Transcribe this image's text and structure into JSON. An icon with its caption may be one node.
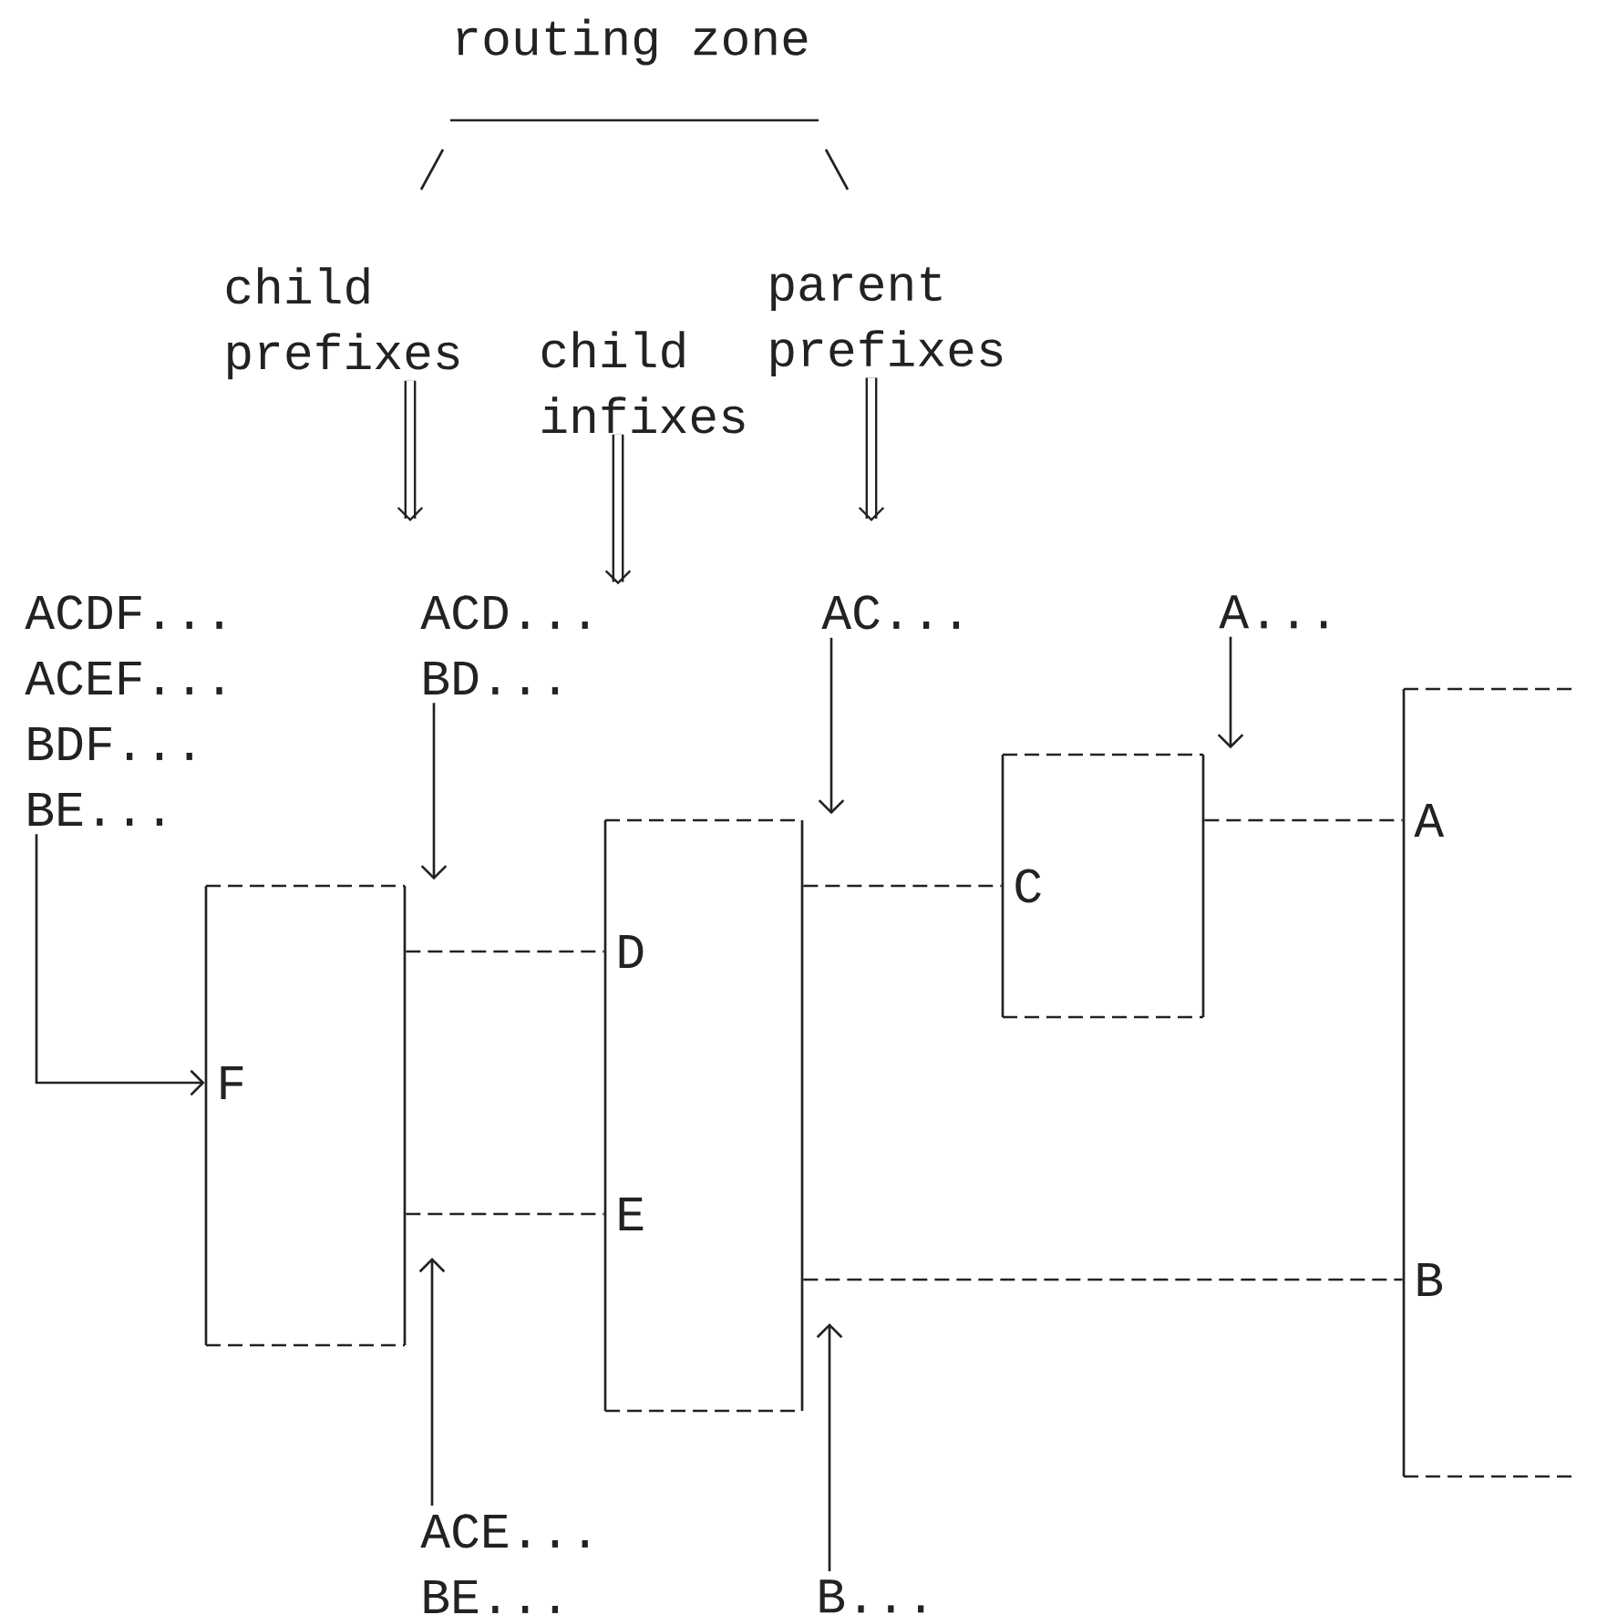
{
  "diagram": {
    "title": "routing zone",
    "nodes": [
      {
        "text": [
          "child prefixes"
        ]
      },
      {
        "text": [
          "child infixes"
        ]
      },
      {
        "text": [
          "parent prefixes"
        ]
      },
      {
        "text": [
          "ACDF... ACEF... BDF... BE..."
        ]
      },
      {
        "text": [
          "ACD... BD..."
        ]
      },
      {
        "text": [
          "AC..."
        ]
      },
      {
        "text": [
          "A..."
        ]
      },
      {
        "text": [
          "F"
        ]
      },
      {
        "text": [
          "D",
          "E"
        ]
      },
      {
        "text": [
          "C"
        ]
      },
      {
        "text": [
          "A",
          "B"
        ]
      },
      {
        "text": [
          "ACE... BE..."
        ]
      },
      {
        "text": [
          "B..."
        ]
      }
    ],
    "edges": [
      {
        "from": 0,
        "to": null,
        "arrow": "to",
        "style": "thick"
      },
      {
        "from": 1,
        "to": 4,
        "arrow": "to",
        "style": "thick"
      },
      {
        "from": 2,
        "to": null,
        "arrow": "to",
        "style": "thick"
      },
      {
        "from": 3,
        "to": 7,
        "arrow": "to"
      },
      {
        "from": 4,
        "to": 7,
        "arrow": "to"
      },
      {
        "from": 11,
        "to": 7,
        "arrow": "to"
      },
      {
        "from": 5,
        "to": 8,
        "arrow": "to"
      },
      {
        "from": 12,
        "to": 8,
        "arrow": "to"
      },
      {
        "from": 6,
        "to": 9,
        "arrow": "to"
      },
      {
        "from": 7,
        "to": 8,
        "arrow": "none",
        "style": "dashed"
      },
      {
        "from": 7,
        "to": 8,
        "arrow": "none",
        "style": "dashed"
      },
      {
        "from": 8,
        "to": 9,
        "arrow": "none",
        "style": "dashed"
      },
      {
        "from": 9,
        "to": 10,
        "arrow": "none",
        "style": "dashed"
      },
      {
        "from": 8,
        "to": 10,
        "arrow": "none",
        "style": "dashed"
      }
    ]
  }
}
